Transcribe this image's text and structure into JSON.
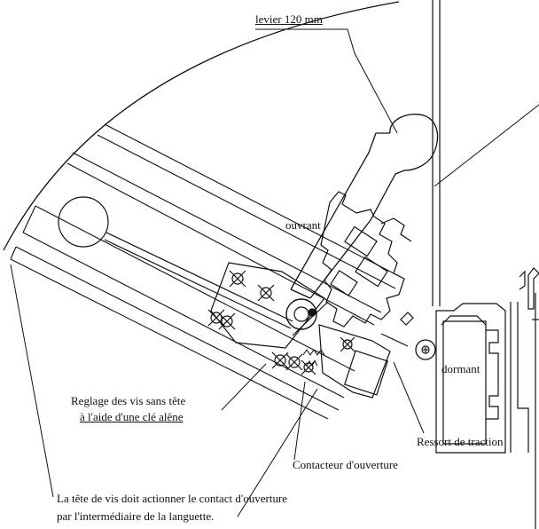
{
  "labels": {
    "lever": "levier 120 mm",
    "sash": "ouvrant",
    "frame": "dormant",
    "screw_adjust_line1": "Reglage des vis sans tête",
    "screw_adjust_line2": "à l'aide d'une clé alêne",
    "spring": "Ressort de traction",
    "contactor": "Contacteur d'ouverture",
    "note_line1": "La tête de vis doit actionner le contact d'ouverture",
    "note_line2": "par l'intermédiaire de la languette."
  }
}
